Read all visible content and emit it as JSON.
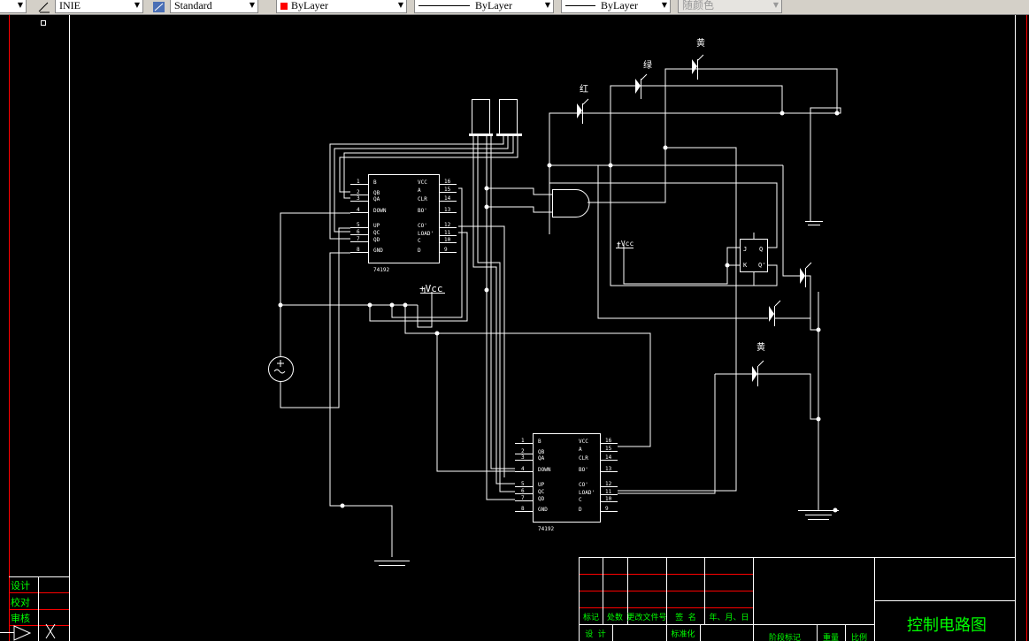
{
  "toolbar": {
    "text_style": "INIE",
    "dim_style": "Standard",
    "color": "ByLayer",
    "color_swatch": "#ff0000",
    "linetype": "ByLayer",
    "lineweight": "ByLayer",
    "plot_style": "随颜色"
  },
  "colors": {
    "background": "#000000",
    "wire": "#ffffff",
    "frame_red": "#ff0000",
    "title_text": "#00ff00"
  },
  "chips": [
    {
      "label": "74192",
      "left_pins": [
        [
          "1",
          "B"
        ],
        [
          "2",
          "QB"
        ],
        [
          "3",
          "QA"
        ],
        [
          "4",
          "DOWN"
        ],
        [
          "5",
          "UP"
        ],
        [
          "6",
          "QC"
        ],
        [
          "7",
          "QD"
        ],
        [
          "8",
          "GND"
        ]
      ],
      "right_pins": [
        [
          "16",
          "VCC"
        ],
        [
          "15",
          "A"
        ],
        [
          "14",
          "CLR"
        ],
        [
          "13",
          "BO'"
        ],
        [
          "12",
          "CO'"
        ],
        [
          "11",
          "LOAD'"
        ],
        [
          "10",
          "C"
        ],
        [
          "9",
          "D"
        ]
      ]
    },
    {
      "label": "74192",
      "left_pins": [
        [
          "1",
          "B"
        ],
        [
          "2",
          "QB"
        ],
        [
          "3",
          "QA"
        ],
        [
          "4",
          "DOWN"
        ],
        [
          "5",
          "UP"
        ],
        [
          "6",
          "QC"
        ],
        [
          "7",
          "QD"
        ],
        [
          "8",
          "GND"
        ]
      ],
      "right_pins": [
        [
          "16",
          "VCC"
        ],
        [
          "15",
          "A"
        ],
        [
          "14",
          "CLR"
        ],
        [
          "13",
          "BO'"
        ],
        [
          "12",
          "CO'"
        ],
        [
          "11",
          "LOAD'"
        ],
        [
          "10",
          "C"
        ],
        [
          "9",
          "D"
        ]
      ]
    }
  ],
  "circuit": {
    "vcc_label_1": "+Vcc",
    "vcc_label_2": "+Vcc",
    "led_red": "红",
    "led_green": "绿",
    "led_yellow_top": "黄",
    "led_yellow_right": "黄",
    "jk_j": "J",
    "jk_k": "K",
    "jk_q": "Q",
    "jk_qn": "Q'"
  },
  "left_table": {
    "rows": [
      "设计",
      "校对",
      "审核"
    ]
  },
  "title_block": {
    "headers": [
      "标记",
      "处数",
      "更改文件号",
      "签 名",
      "年、月、日"
    ],
    "row2": {
      "design": "设 计",
      "standard": "标准化",
      "stage": "阶段标记",
      "weight": "重量",
      "scale": "比例"
    },
    "title": "控制电路图"
  }
}
